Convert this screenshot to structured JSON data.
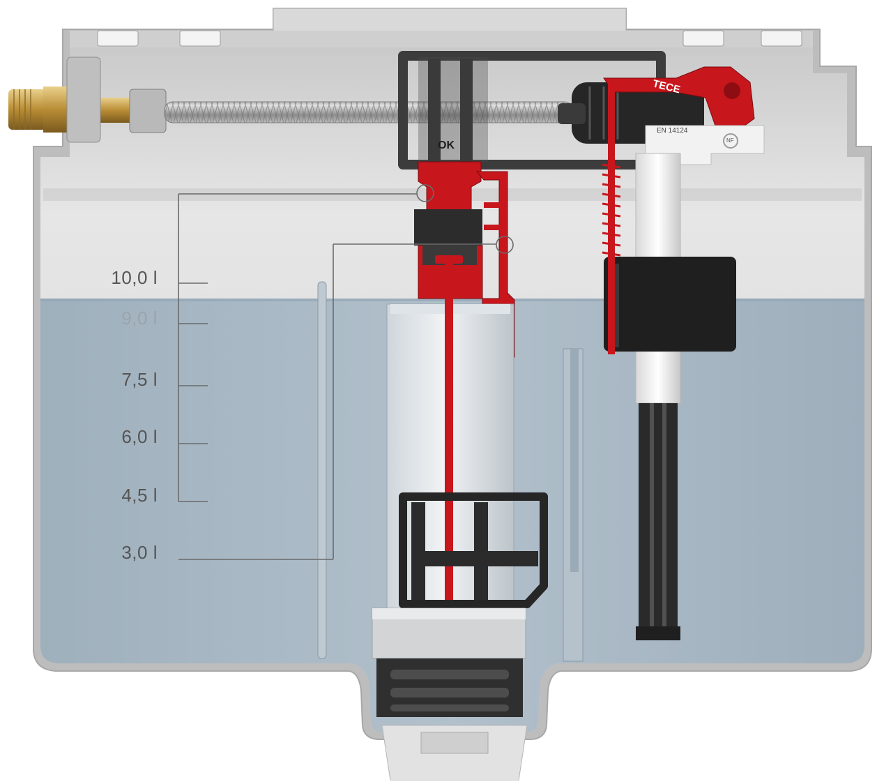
{
  "diagram": {
    "levels": [
      {
        "label": "10,0 l",
        "style": "dark"
      },
      {
        "label": "9,0 l",
        "style": "light"
      },
      {
        "label": "7,5 l",
        "style": "dark"
      },
      {
        "label": "6,0 l",
        "style": "dark"
      },
      {
        "label": "4,5 l",
        "style": "dark"
      },
      {
        "label": "3,0 l",
        "style": "dark"
      }
    ],
    "valve_text": {
      "brand": "TECE",
      "ok": "OK",
      "marking_1": "EN 14124",
      "marking_2": "NF"
    },
    "colors": {
      "water": "#a9b9c6",
      "tank": "#dcdcdc",
      "accent_red": "#c8161d",
      "dark_parts": "#2a2a2a",
      "brass": "#c9a451",
      "label_dark": "#555555",
      "label_light": "#9aa4ad",
      "line": "#6a6a6a"
    }
  }
}
